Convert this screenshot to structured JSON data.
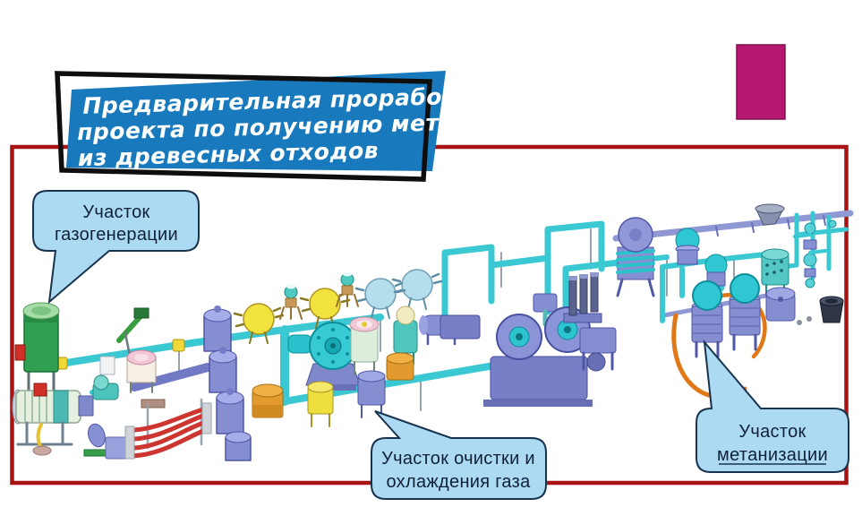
{
  "slide": {
    "title": {
      "line1": "Предварительная проработка",
      "line2": "проекта по  получению метана",
      "line3": "из древесных отходов"
    },
    "callouts": {
      "gas_generation": {
        "line1": "Участок",
        "line2": "газогенерации"
      },
      "gas_cleaning": {
        "line1": "Участок очистки и",
        "line2": "охлаждения газа"
      },
      "methanation": {
        "line1": "Участок",
        "line2": "метанизации"
      }
    },
    "colors": {
      "frame_red": "#A81313",
      "banner_blue": "#1879BD",
      "banner_border": "#0E0E0E",
      "banner_text": "#FFFFFF",
      "accent_magenta": "#B5186E",
      "callout_fill": "#ACDAF2",
      "callout_border": "#17334E",
      "callout_text": "#0F2138",
      "pipe_cyan": "#3AC8D2",
      "pipe_purple": "#9098D4",
      "pipe_orange": "#E07818",
      "equipment_purple": "#868ED2",
      "gasifier_green": "#2FA050",
      "sphere_yellow": "#F2E23E",
      "sphere_lightblue": "#B4DEEC",
      "tube_red": "#CC3530",
      "box_orange": "#E29A2E"
    }
  }
}
